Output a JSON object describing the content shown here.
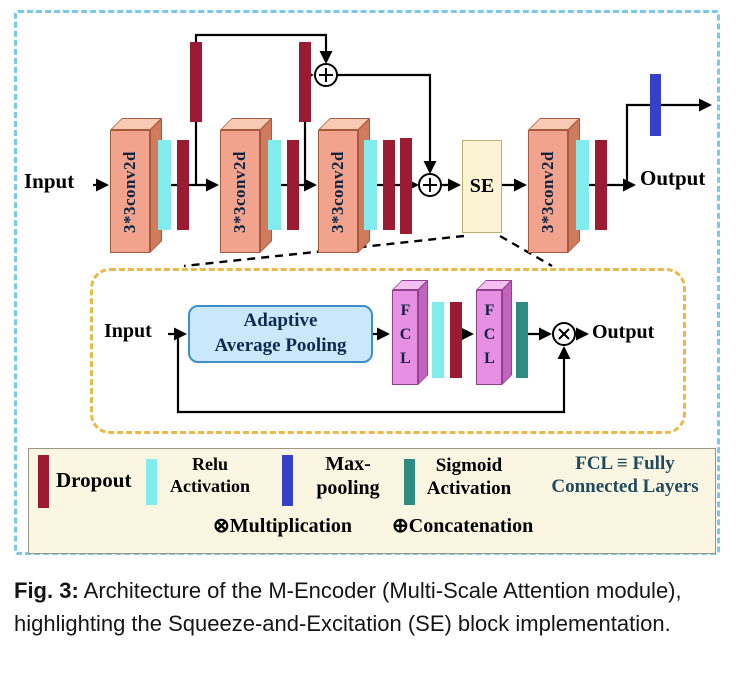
{
  "figure": {
    "main_flow": {
      "input_label": "Input",
      "output_label": "Output",
      "conv_block_label": "3*3conv2d",
      "se_block_label": "SE"
    },
    "se_detail": {
      "input_label": "Input",
      "pooling_line1": "Adaptive",
      "pooling_line2": "Average Pooling",
      "fcl_label": "FCL",
      "output_label": "Output"
    },
    "legend": {
      "dropout": {
        "label": "Dropout",
        "color": "#9B1B33"
      },
      "relu": {
        "line1": "Relu",
        "line2": "Activation",
        "color": "#82EBEE"
      },
      "maxpool": {
        "line1": "Max-",
        "line2": "pooling",
        "color": "#3641C8"
      },
      "sigmoid": {
        "line1": "Sigmoid",
        "line2": "Activation",
        "color": "#2E8C82"
      },
      "fcl": {
        "line1": "FCL ≡ Fully",
        "line2": "Connected Layers"
      },
      "multiplication_label": "⊗Multiplication",
      "concatenation_label": "⊕Concatenation"
    },
    "colors": {
      "conv_block": "#F2A38D",
      "fcl_block": "#E78FE3",
      "se_block": "#FBF3D3",
      "dropout_bar": "#9B1B33",
      "relu_bar": "#82EBEE",
      "maxpool_bar": "#3641C8",
      "sigmoid_bar": "#2E8C82",
      "pooling_box": "#C9E9FA",
      "outer_border": "#79C9E8",
      "detail_border": "#EBB84A",
      "legend_bg": "#FBF6E1"
    }
  },
  "caption": {
    "prefix": "Fig. 3:",
    "text": " Architecture of the M-Encoder (Multi-Scale Attention module), highlighting the Squeeze-and-Excitation (SE) block implementation."
  }
}
